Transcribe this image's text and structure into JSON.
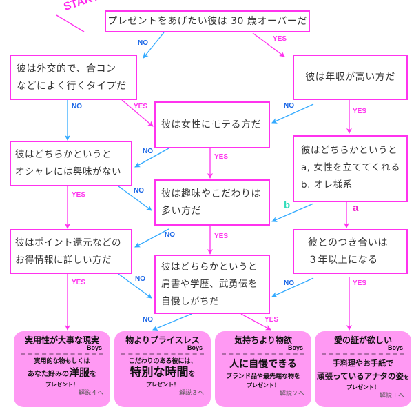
{
  "start_label": "START",
  "colors": {
    "yes": "#ff33ee",
    "no": "#33aaff",
    "result_fill": "#ff99f3"
  },
  "questions": {
    "q1": [
      "プレゼントをあげたい彼は 30 歳オーバーだ"
    ],
    "q2": [
      "彼は外交的で、合コン",
      "などによく行くタイプだ"
    ],
    "q3": [
      "彼は年収が高い方だ"
    ],
    "q4": [
      "彼は女性にモテる方だ"
    ],
    "q5": [
      "彼はどちらかというと",
      "オシャレには興味がない"
    ],
    "q6": [
      "彼はどちらかというと",
      "a, 女性を立ててくれる",
      "b. オレ様系"
    ],
    "q7": [
      "彼は趣味やこだわりは",
      "多い方だ"
    ],
    "q8": [
      "彼はポイント還元などの",
      "お得情報に詳しい方だ"
    ],
    "q9": [
      "彼とのつき合いは",
      "３年以上になる"
    ],
    "q10": [
      "彼はどちらかというと",
      "肩書や学歴、武勇伝を",
      "自慢しがちだ"
    ]
  },
  "labels": {
    "yes": "YES",
    "no": "NO",
    "a": "a",
    "b": "b"
  },
  "results": [
    {
      "title": "実用性が大事な現実",
      "boys": "Boys",
      "line1": "実用的な物もしくは",
      "line2_pre": "あなた好みの",
      "line2_big": "洋服",
      "line2_post": "を",
      "line3": "プレゼント！",
      "link": "解説４へ"
    },
    {
      "title": "物よりプライスレス",
      "boys": "Boys",
      "line1": "こだわりのある彼には、",
      "line2_pre": "",
      "line2_big": "特別な時間",
      "line2_post": "を",
      "line3": "プレゼント！",
      "link": "解説３へ"
    },
    {
      "title": "気持ちより物欲",
      "boys": "Boys",
      "line1": "",
      "line2_pre": "",
      "line2_big": "人に自慢できる",
      "line2_post": "",
      "line1b": "ブランド品や最先端な物を",
      "line3": "プレゼント！",
      "link": "解説２へ"
    },
    {
      "title": "愛の証が欲しい",
      "boys": "Boys",
      "line1": "手料理やお手紙で",
      "line2_pre": "",
      "line2_big": "頑張っているアナタの姿",
      "line2_post": "を",
      "line3": "プレゼント！",
      "link": "解説１へ"
    }
  ]
}
